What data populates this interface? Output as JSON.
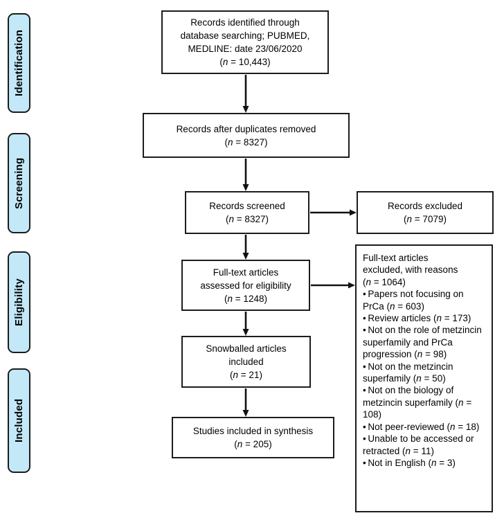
{
  "stages": [
    {
      "label": "Identification"
    },
    {
      "label": "Screening"
    },
    {
      "label": "Eligibility"
    },
    {
      "label": "Included"
    }
  ],
  "boxes": {
    "identified": {
      "lines": [
        "Records identified through",
        "database searching; PUBMED,",
        "MEDLINE: date 23/06/2020",
        "(n = 10,443)"
      ]
    },
    "duplicates_removed": {
      "lines": [
        "Records after duplicates removed",
        "(n = 8327)"
      ]
    },
    "screened": {
      "lines": [
        "Records screened",
        "(n = 8327)"
      ]
    },
    "records_excluded": {
      "lines": [
        "Records excluded",
        "(n = 7079)"
      ]
    },
    "fulltext_assessed": {
      "lines": [
        "Full-text articles",
        "assessed for eligibility",
        "(n = 1248)"
      ]
    },
    "snowballed": {
      "lines": [
        "Snowballed articles",
        "included",
        "(n = 21)"
      ]
    },
    "synthesis": {
      "lines": [
        "Studies included in synthesis",
        "(n = 205)"
      ]
    },
    "reasons": {
      "header_lines": [
        "Full-text articles",
        "excluded, with reasons",
        "(n = 1064)"
      ],
      "bullets": [
        "Papers not focusing on PrCa (n = 603)",
        "Review articles (n = 173)",
        "Not on the role of metzincin superfamily and PrCa progression (n = 98)",
        "Not on the metzincin superfamily (n = 50)",
        "Not on the biology of metzincin superfamily (n = 108)",
        "Not peer-reviewed (n = 18)",
        "Unable to be accessed or retracted (n = 11)",
        "Not in English (n = 3)"
      ]
    }
  },
  "colors": {
    "stage_fill": "#c3e8f7",
    "border": "#1c1c1c",
    "arrow": "#111111"
  }
}
